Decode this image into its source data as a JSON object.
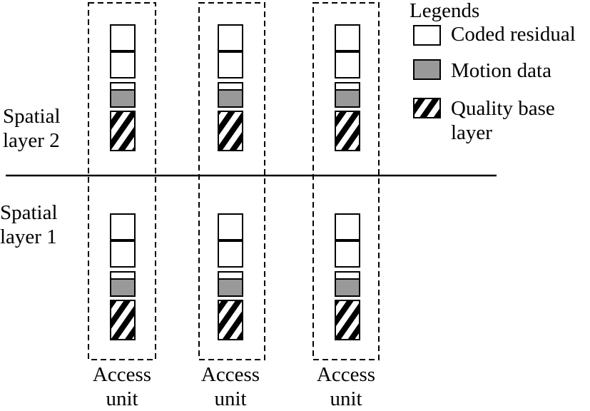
{
  "spatial_layers": [
    {
      "line1": "Spatial",
      "line2": "layer 2"
    },
    {
      "line1": "Spatial",
      "line2": "layer 1"
    }
  ],
  "access_units": [
    {
      "line1": "Access",
      "line2": "unit"
    },
    {
      "line1": "Access",
      "line2": "unit"
    },
    {
      "line1": "Access",
      "line2": "unit"
    }
  ],
  "legend": {
    "title": "Legends",
    "items": [
      {
        "type": "coded-residual",
        "label": "Coded residual",
        "fill": "#ffffff"
      },
      {
        "type": "motion-data",
        "label": "Motion data",
        "fill": "#999999"
      },
      {
        "type": "quality-base-layer",
        "line1": "Quality base",
        "line2": "layer",
        "pattern": "black-white-diagonal-stripes"
      }
    ]
  },
  "colors": {
    "stroke": "#000000",
    "motion_fill": "#999999",
    "background": "#ffffff"
  }
}
